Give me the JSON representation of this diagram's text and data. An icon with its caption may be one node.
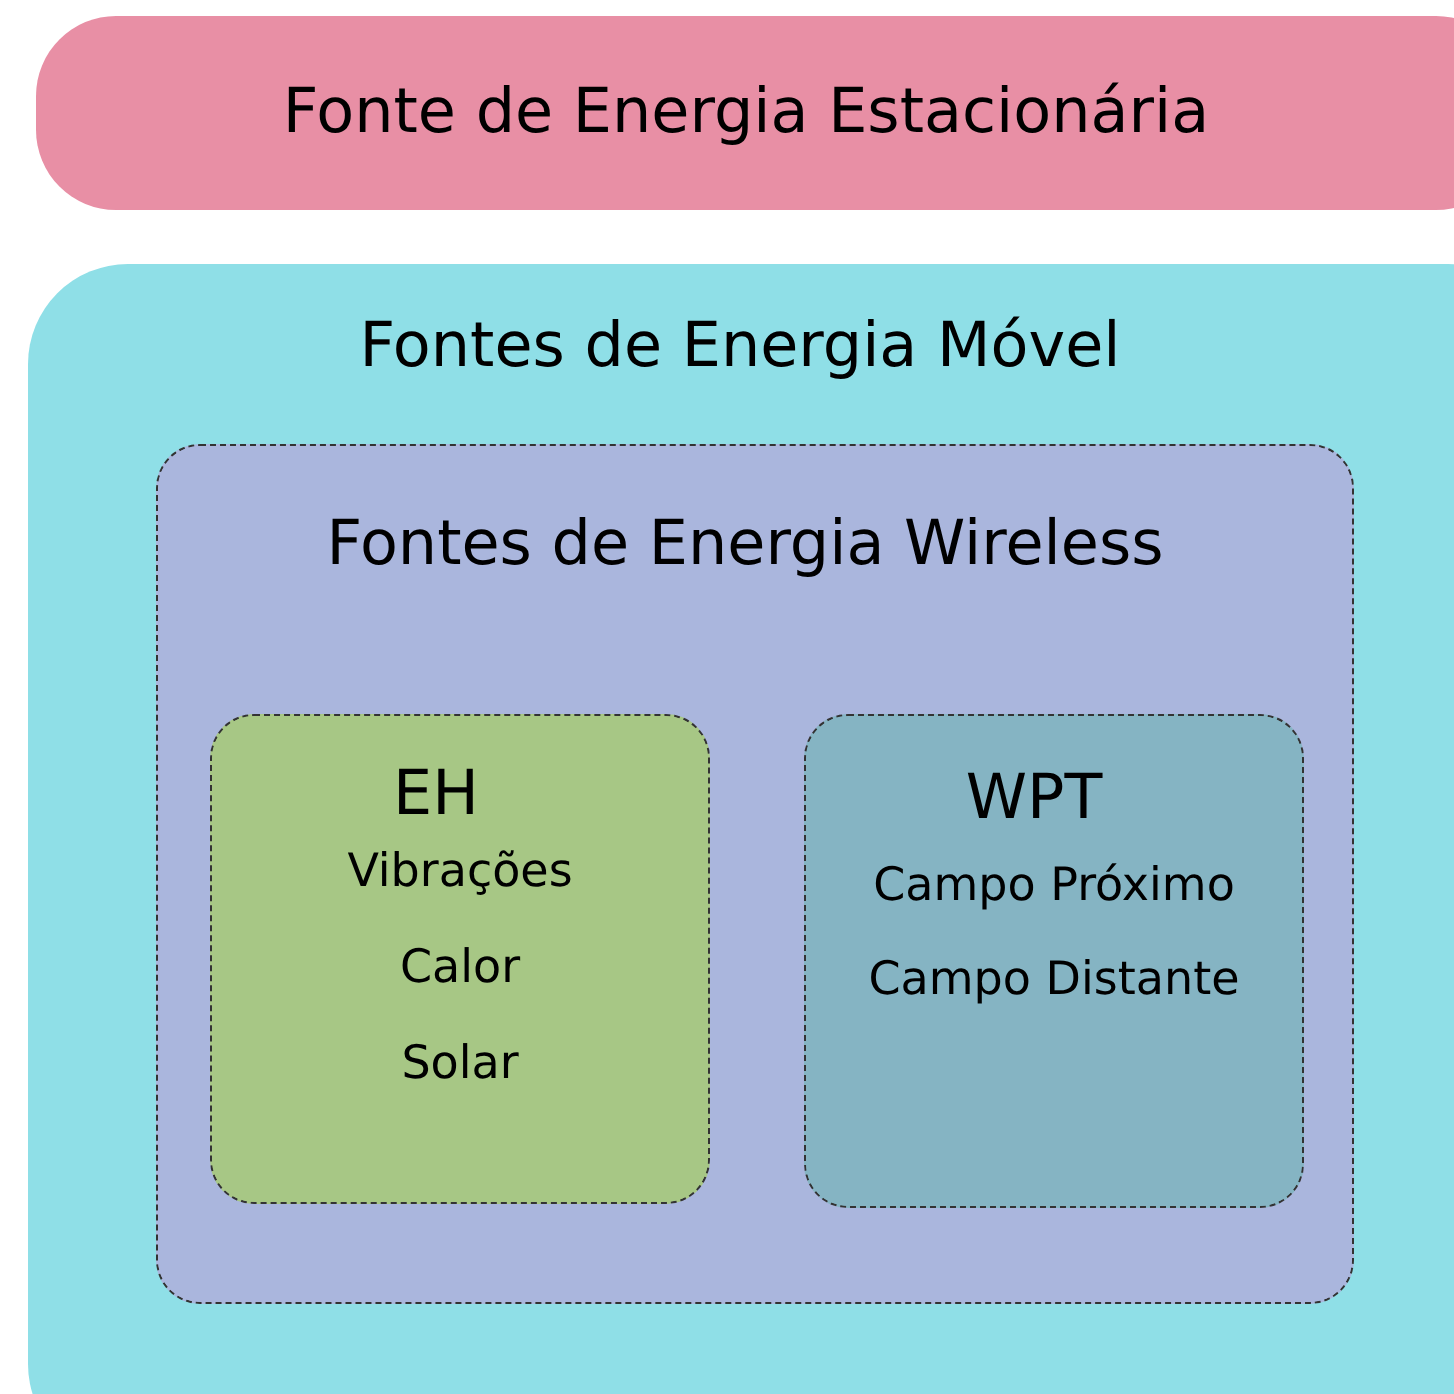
{
  "diagram": {
    "nodes": [
      {
        "text": [
          "Fonte de Energia Estacionária"
        ]
      },
      {
        "text": [
          "Fontes de Energia Móvel"
        ]
      },
      {
        "text": [
          "Fontes de Energia Wireless"
        ],
        "in": 1
      },
      {
        "text": [
          "EH",
          "Vibrações",
          "Calor",
          "Solar"
        ],
        "in": 2
      },
      {
        "text": [
          "WPT",
          "Campo Próximo",
          "Campo Distante"
        ],
        "in": 2
      }
    ]
  }
}
